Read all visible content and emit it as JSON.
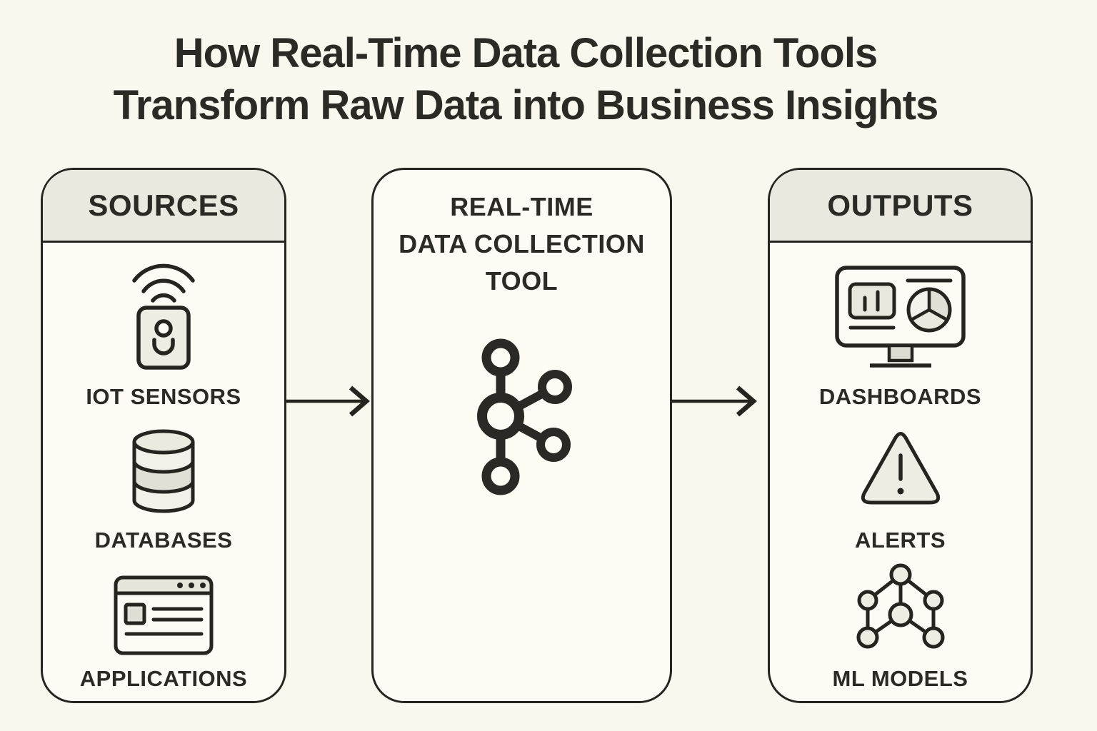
{
  "title": {
    "line1": "How Real-Time Data Collection Tools",
    "line2": "Transform Raw Data into Business Insights"
  },
  "sources_panel": {
    "header": "SOURCES",
    "items": [
      {
        "label": "IOT SENSORS",
        "icon": "iot-sensor-icon"
      },
      {
        "label": "DATABASES",
        "icon": "database-icon"
      },
      {
        "label": "APPLICATIONS",
        "icon": "application-window-icon"
      }
    ]
  },
  "tool_panel": {
    "title": "REAL-TIME DATA COLLECTION TOOL",
    "title_lines": [
      "REAL-TIME",
      "DATA COLLECTION",
      "TOOL"
    ],
    "icon": "kafka-stream-icon"
  },
  "outputs_panel": {
    "header": "OUTPUTS",
    "items": [
      {
        "label": "DASHBOARDS",
        "icon": "dashboard-monitor-icon"
      },
      {
        "label": "ALERTS",
        "icon": "alert-triangle-icon"
      },
      {
        "label": "ML MODELS",
        "icon": "ml-network-icon"
      }
    ]
  },
  "flow": {
    "arrow_direction": "left-to-right",
    "arrow_count": 2
  },
  "colors": {
    "background": "#faf8ee",
    "panel_body": "#fdfbf4",
    "panel_header_band": "#ebe8df",
    "stroke_and_text": "#26241f",
    "icon_light_fill": "#efece3",
    "icon_mid_fill": "#e2dfd6"
  }
}
